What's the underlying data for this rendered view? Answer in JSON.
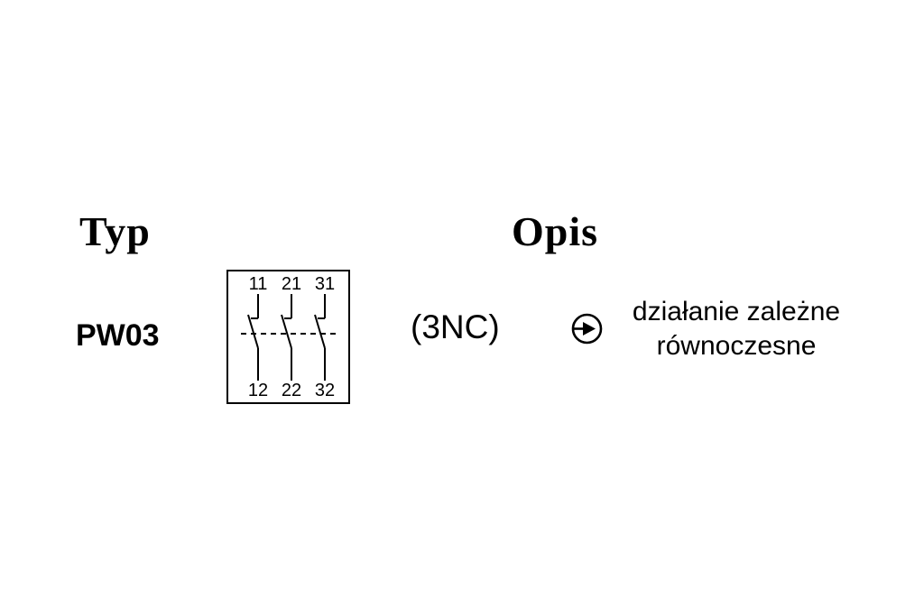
{
  "colors": {
    "ink": "#000000",
    "background": "#ffffff"
  },
  "headers": {
    "typ": "Typ",
    "opis": "Opis"
  },
  "row": {
    "type_label": "PW03",
    "contacts_label": "(3NC)",
    "description_line1": "działanie zależne",
    "description_line2": "równoczesne",
    "icon": "simultaneous-dependent-action-icon"
  },
  "schematic": {
    "terminals_top": [
      "11",
      "21",
      "31"
    ],
    "terminals_bottom": [
      "12",
      "22",
      "32"
    ]
  }
}
